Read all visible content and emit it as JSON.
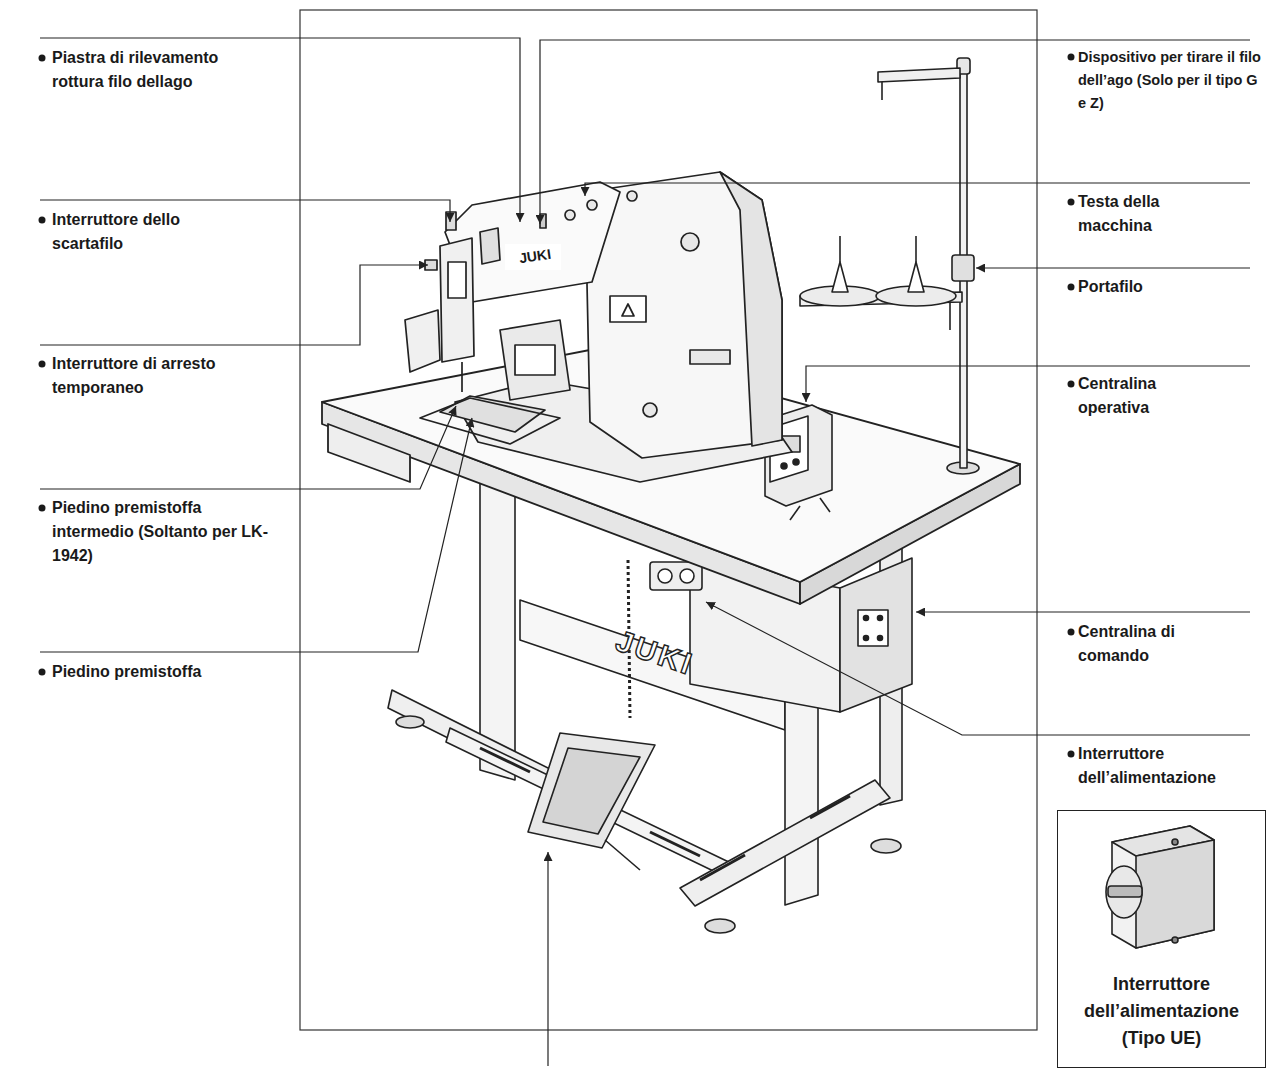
{
  "diagram": {
    "nodes": [
      {
        "text": [
          "Interruttore dell’alimentazione (Tipo UE)"
        ]
      }
    ],
    "labels": [
      "Piastra di rilevamento rottura filo dellago",
      "Dispositivo per tirare il filo dell’ago (Solo per il tipo G e Z)",
      "Interruttore dello scartafilo",
      "Testa della macchina",
      "Portafilo",
      "Interruttore di arresto temporaneo",
      "Centralina operativa",
      "Piedino premistoffa intermedio (Soltanto per LK-1942)",
      "Centralina di comando",
      "Piedino premistoffa",
      "Interruttore dell’alimentazione",
      "JUKI",
      "JUKI"
    ]
  }
}
